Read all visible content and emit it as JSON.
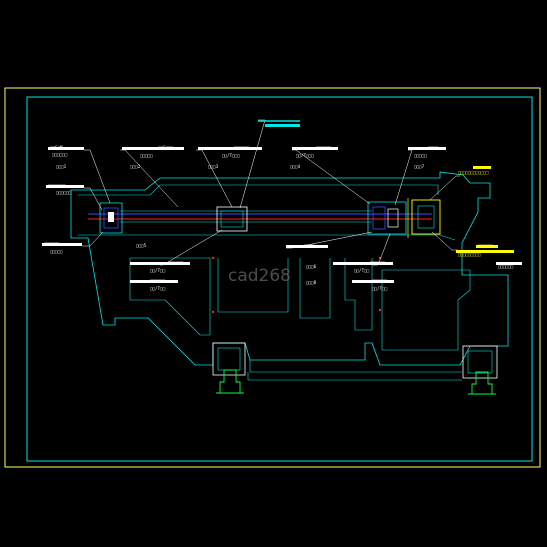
{
  "drawing": {
    "labels": {
      "tl1": "□□S□M",
      "tl2": "□□□□□□",
      "tl3": "□□□1",
      "t2a": "□□S□□□",
      "t2b": "□□□□□",
      "t2c": "□□□2",
      "t3a": "□□□□□□",
      "t3b": "□□/T□□□",
      "t3c": "□□□3",
      "t4a": "□□□□□□",
      "t4b": "□□/T□□□",
      "t4c": "□□□4",
      "tr1": "□□□□",
      "tr2": "□□□□□",
      "tr3": "□□□7",
      "left1": "□□□□□□□",
      "left2": "□□□□□□",
      "mid1": "□□□□□□",
      "mid2": "□□□□□",
      "mid3": "□□□5",
      "mid4": "□□□□",
      "cl1": "□□□□□□",
      "cl2": "□□/T□□",
      "cl3": "□□□□□□",
      "cl4": "□□/T□□",
      "cr1": "□□□□□□",
      "cr2": "□□/T□□",
      "cr3": "□□□□□□",
      "cr4": "□□/T□□",
      "ctr1": "□□□6",
      "ctr2": "□□□8",
      "yl1": "□□□□□□□□□□□□",
      "yl2": "□□□□□□□□□",
      "yl3": "□□□□□□",
      "right1": "□□□□□□"
    },
    "watermark": "cad268"
  },
  "colors": {
    "background": "#000000",
    "frame": "#ffff66",
    "outline": "#00e5e5",
    "blue": "#3050ff",
    "red": "#ff2020",
    "white": "#ffffff",
    "green": "#00ff40",
    "yellow": "#ffff00",
    "magenta": "#ff40ff"
  }
}
